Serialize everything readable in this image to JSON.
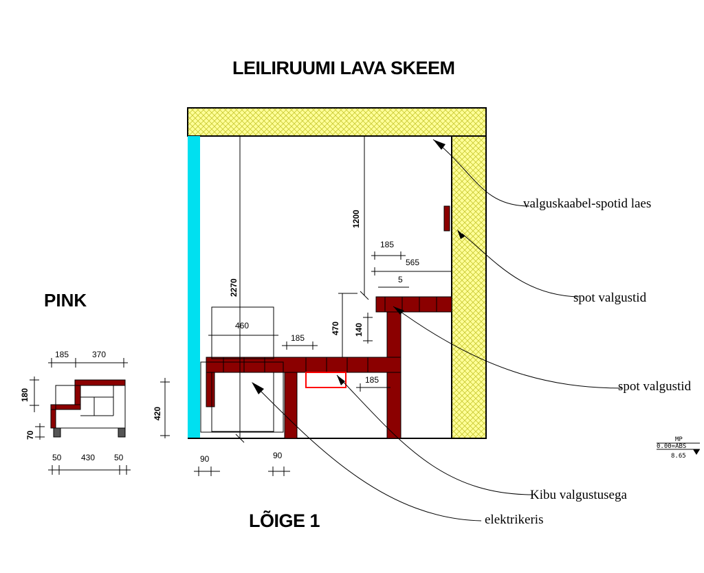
{
  "titles": {
    "main": "LEILIRUUMI LAVA SKEEM",
    "section": "LÕIGE 1",
    "bench": "PINK"
  },
  "callouts": {
    "ceiling_cable": "valguskaabel-spotid laes",
    "spot1": "spot valgustid",
    "spot2": "spot valgustid",
    "kibu": "Kibu valgustusega",
    "heater": "elektrikeris"
  },
  "dimensions": {
    "height_2270": "2270",
    "height_1200": "1200",
    "heater_width": "460",
    "step_185": "185",
    "top_185": "185",
    "top_565": "565",
    "top_5": "5",
    "step_470": "470",
    "step_140": "140",
    "under_185": "185",
    "base_420": "420",
    "floor_90_left": "90",
    "floor_90_right": "90",
    "pink_185": "185",
    "pink_370": "370",
    "pink_180": "180",
    "pink_70": "70",
    "pink_50_left": "50",
    "pink_430": "430",
    "pink_50_right": "50"
  },
  "stamp": {
    "line1": "MP",
    "line2": "0.00=ABS",
    "line3": "8.65"
  },
  "colors": {
    "insulation": "#ffff99",
    "bench_wood": "#8b0000",
    "foil": "#00e0f0",
    "kibu_outline": "#ff0000"
  }
}
